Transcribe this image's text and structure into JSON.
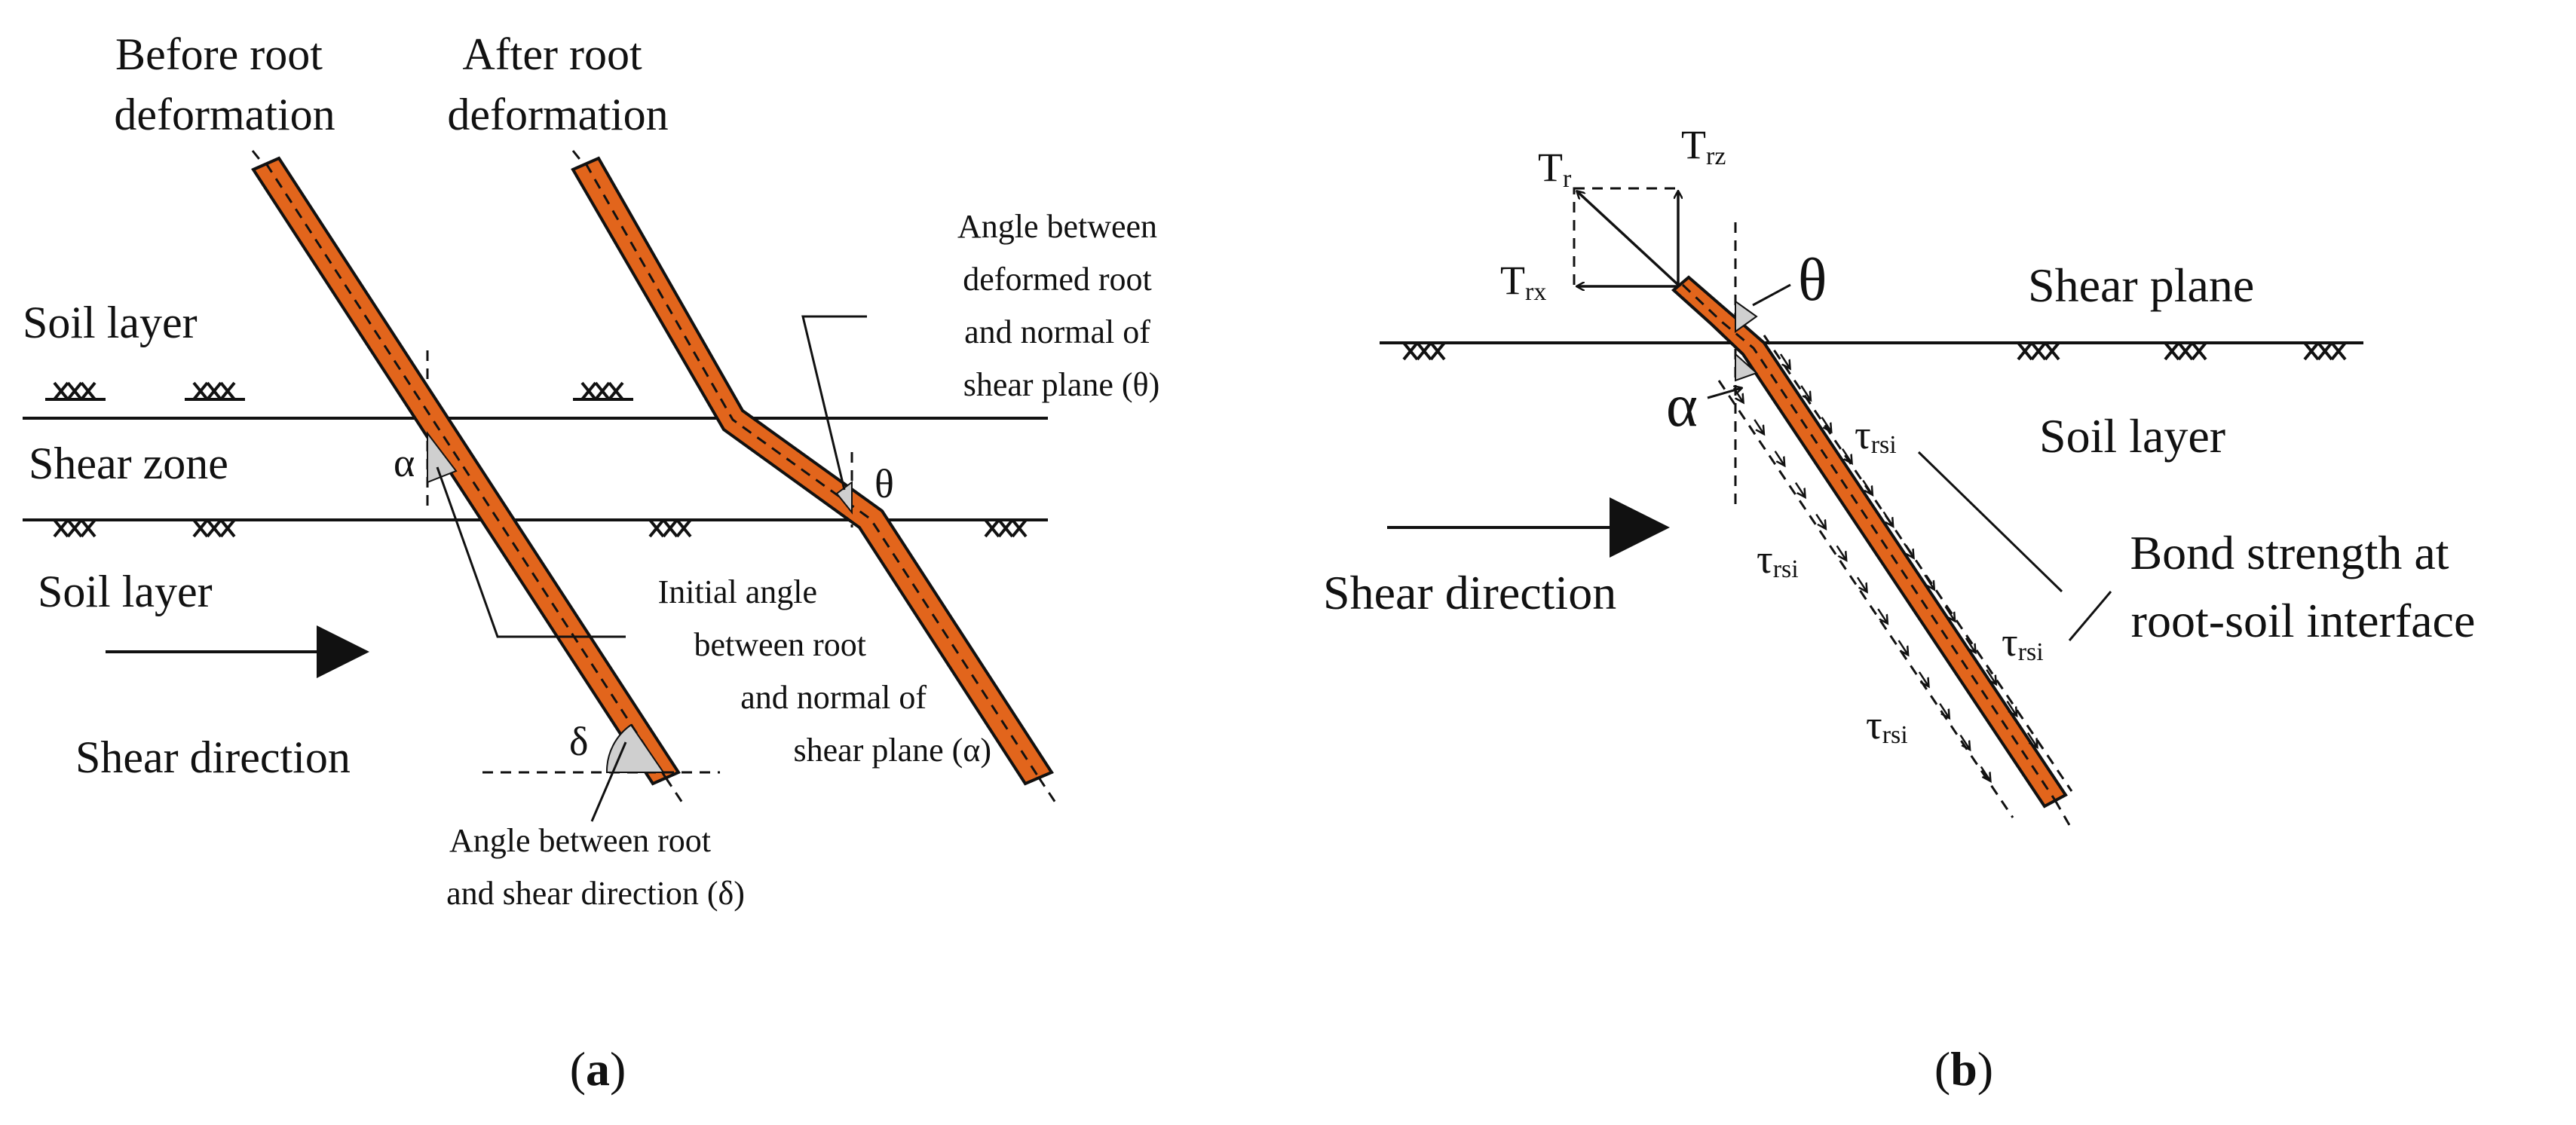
{
  "colors": {
    "root_fill": "#E2651C",
    "line": "#111111",
    "angle_fill": "#CFCFCF",
    "background": "#FFFFFF"
  },
  "panel_a": {
    "label_open": "(",
    "label_letter": "a",
    "label_close": ")",
    "before_root": [
      "Before  root",
      "deformation"
    ],
    "after_root": [
      "After   root",
      "deformation"
    ],
    "soil_layer_top": "Soil layer",
    "shear_zone": "Shear zone",
    "soil_layer_bottom": "Soil layer",
    "shear_direction": "Shear direction",
    "theta_note": [
      "Angle between",
      "deformed root",
      "and normal of",
      "shear plane (θ)"
    ],
    "alpha_note": [
      "Initial angle",
      "between root",
      "and normal of",
      "shear plane (α)"
    ],
    "delta_note": [
      "Angle between root",
      "and shear direction (δ)"
    ],
    "alpha_symbol": "α",
    "theta_symbol": "θ",
    "delta_symbol": "δ"
  },
  "panel_b": {
    "label_open": "(",
    "label_letter": "b",
    "label_close": ")",
    "shear_plane": "Shear plane",
    "soil_layer": "Soil layer",
    "shear_direction": "Shear direction",
    "bond_note": [
      "Bond strength at",
      "root-soil interface"
    ],
    "theta_symbol": "θ",
    "alpha_symbol": "α",
    "force_symbol": "T",
    "tr_sub": "r",
    "trz_sub": "rz",
    "trx_sub": "rx",
    "tau_symbol": "τ",
    "tau_sub": "rsi"
  }
}
